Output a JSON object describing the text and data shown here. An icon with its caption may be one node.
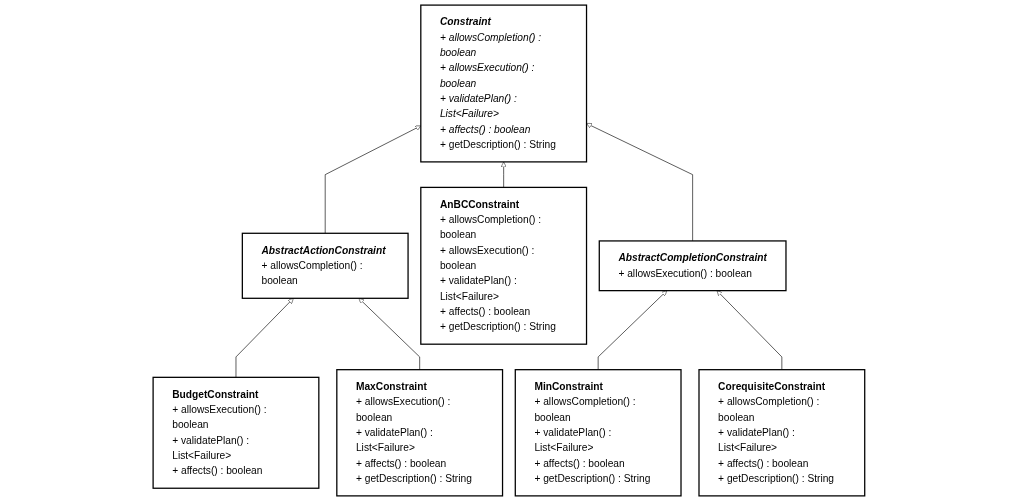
{
  "diagram": {
    "nodes": [
      {
        "text": [
          "Constraint",
          "+ allowsCompletion() : boolean",
          "+ allowsExecution() : boolean",
          "+ validatePlan() : List<Failure>",
          "+ affects() : boolean",
          "+ getDescription() : String"
        ]
      },
      {
        "text": [
          "AbstractActionConstraint",
          "+ allowsCompletion() : boolean"
        ]
      },
      {
        "text": [
          "AnBCConstraint",
          "+ allowsCompletion() : boolean",
          "+ allowsExecution() : boolean",
          "+ validatePlan() : List<Failure>",
          "+ affects() : boolean",
          "+ getDescription() : String"
        ]
      },
      {
        "text": [
          "AbstractCompletionConstraint",
          "+ allowsExecution() : boolean"
        ]
      },
      {
        "text": [
          "BudgetConstraint",
          "+ allowsExecution() : boolean",
          "+ validatePlan() : List<Failure>",
          "+ affects() : boolean"
        ]
      },
      {
        "text": [
          "MaxConstraint",
          "+ allowsExecution() : boolean",
          "+ validatePlan() : List<Failure>",
          "+ affects() : boolean",
          "+ getDescription() : String"
        ]
      },
      {
        "text": [
          "MinConstraint",
          "+ allowsCompletion() : boolean",
          "+ validatePlan() : List<Failure>",
          "+ affects() : boolean",
          "+ getDescription() : String"
        ]
      },
      {
        "text": [
          "CorequisiteConstraint",
          "+ allowsCompletion() : boolean",
          "+ validatePlan() : List<Failure>",
          "+ affects() : boolean",
          "+ getDescription() : String"
        ]
      }
    ],
    "edges": [
      {
        "from": 1,
        "to": 0,
        "arrow": "to"
      },
      {
        "from": 2,
        "to": 0,
        "arrow": "to"
      },
      {
        "from": 3,
        "to": 0,
        "arrow": "to"
      },
      {
        "from": 4,
        "to": 1,
        "arrow": "to"
      },
      {
        "from": 5,
        "to": 1,
        "arrow": "to"
      },
      {
        "from": 6,
        "to": 3,
        "arrow": "to"
      },
      {
        "from": 7,
        "to": 3,
        "arrow": "to"
      }
    ]
  }
}
